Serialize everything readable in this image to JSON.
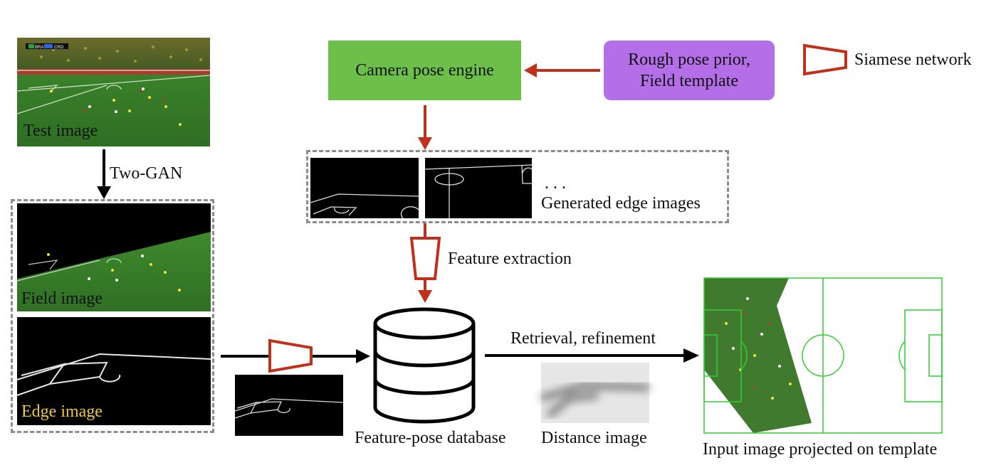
{
  "labels": {
    "test_image": "Test image",
    "two_gan": "Two-GAN",
    "field_image": "Field image",
    "edge_image": "Edge image",
    "camera_pose_engine": "Camera pose engine",
    "rough_pose_prior": "Rough pose prior,",
    "field_template": "Field template",
    "siamese_network": "Siamese network",
    "ellipsis": ". . .",
    "generated_edge_images": "Generated edge images",
    "feature_extraction": "Feature extraction",
    "retrieval_refinement": "Retrieval, refinement",
    "feature_pose_database": "Feature-pose database",
    "distance_image": "Distance image",
    "input_projected": "Input image projected on template"
  },
  "scoreboard": [
    "BRA",
    "CRO"
  ],
  "colors": {
    "camera_box": "#6cc04a",
    "prior_box": "#b36ee8",
    "arrow_red": "#c0301b",
    "arrow_black": "#000000",
    "dashed_border": "#8c8c8c",
    "edge_image_label": "#f0c93a",
    "pitch_green": "#3d7a2d",
    "template_lines": "#33cc33"
  },
  "icons": {
    "siamese": "siamese-trapezoid-icon",
    "database": "database-cylinder-icon"
  }
}
